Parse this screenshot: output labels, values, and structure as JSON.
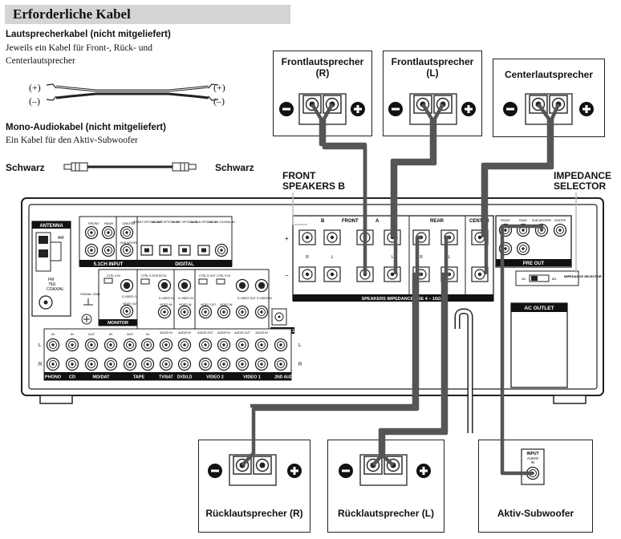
{
  "header": {
    "title": "Erforderliche Kabel"
  },
  "speaker_cable": {
    "title": "Lautsprecherkabel (nicht mitgeliefert)",
    "desc_line1": "Jeweils ein Kabel für Front-, Rück- und",
    "desc_line2": "Centerlautsprecher",
    "plus": "(+)",
    "minus": "(–)"
  },
  "mono_cable": {
    "title": "Mono-Audiokabel (nicht mitgeliefert)",
    "desc": "Ein Kabel für den Aktiv-Subwoofer",
    "left_label": "Schwarz",
    "right_label": "Schwarz"
  },
  "speakers": {
    "front_r": {
      "line1": "Frontlautsprecher",
      "line2": "(R)"
    },
    "front_l": {
      "line1": "Frontlautsprecher",
      "line2": "(L)"
    },
    "center": {
      "line1": "Centerlautsprecher"
    },
    "rear_r": {
      "label": "Rücklautsprecher (R)"
    },
    "rear_l": {
      "label": "Rücklautsprecher (L)"
    },
    "subwoofer": {
      "label": "Aktiv-Subwoofer",
      "input_line1": "INPUT",
      "input_line2": "AUDIO",
      "input_line3": "IN"
    }
  },
  "callouts": {
    "front_b_line1": "FRONT",
    "front_b_line2": "SPEAKERS B",
    "impedance_line1": "IMPEDANCE",
    "impedance_line2": "SELECTOR"
  },
  "receiver": {
    "antenna": "ANTENNA",
    "am": "AM",
    "fm_line1": "FM",
    "fm_line2": "75Ω",
    "coaxial": "COAXIAL",
    "input51": "5.1CH INPUT",
    "jack_front": "FRONT",
    "jack_rear": "REAR",
    "jack_center": "CENTER",
    "jack_sub": "SUB WOOFER",
    "digital": "DIGITAL",
    "digital_jacks": [
      "MD/DAT OPTICAL OUT",
      "MD/DAT OPTICAL IN",
      "TV/SAT OPTICAL IN",
      "DVD/LD OPTICAL IN",
      "DVD/LD COAXIAL IN"
    ],
    "monitor": "MONITOR",
    "signal_gnd": "SIGNAL GND",
    "ctrl_s_in": "CTRL S IN",
    "ctrl_s_status_in": "CTRL S STATUS IN",
    "ctrl_s_out": "CTRL S OUT",
    "s_video_in": "S-VIDEO IN",
    "s_video_out": "S-VIDEO OUT",
    "video_in": "VIDEO IN",
    "video_out": "VIDEO OUT",
    "audio_in": "AUDIO IN",
    "audio_out": "AUDIO OUT",
    "in": "IN",
    "out": "OUT",
    "ch_l": "L",
    "ch_r": "R",
    "control_a1": "CONTROL A1Ⅱ",
    "bottom_labels": [
      "PHONO",
      "CD",
      "MD/DAT",
      "TAPE",
      "TV/SAT",
      "DVD/LD",
      "VIDEO 2",
      "VIDEO 1",
      "2ND AUDIO OUT"
    ],
    "speaker_b": "B",
    "speaker_front": "FRONT",
    "speaker_a": "A",
    "speaker_rear": "REAR",
    "speaker_center": "CENTER",
    "plus": "+",
    "minus": "−",
    "speakers_caption": "SPEAKERS  IMPEDANCE USE 4 – 16Ω",
    "pre_out": "PRE OUT",
    "pre_out_jacks": [
      "FRONT",
      "REAR",
      "SUB WOOFER",
      "CENTER"
    ],
    "impedance_small": "IMPEDANCE SELECTOR",
    "imp_4": "4Ω",
    "imp_8": "8Ω",
    "ac_outlet": "AC OUTLET"
  }
}
